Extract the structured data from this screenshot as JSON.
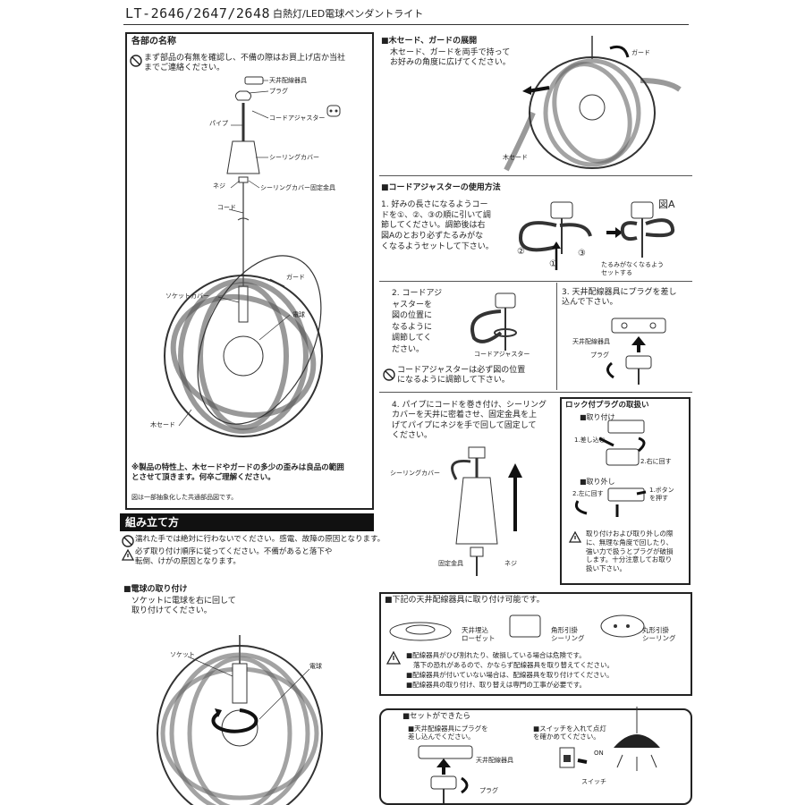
{
  "header": {
    "model": "LT-2646/2647/2648",
    "product": "白熱灯/LED電球ペンダントライト"
  },
  "parts": {
    "title": "各部の名称",
    "warning": "まず部品の有無を確認し、不備の際はお買上げ店か当社\nまでご連絡ください。",
    "labels": {
      "ceiling_fixture": "天井配線器具",
      "plug": "プラグ",
      "cord_adjuster": "コードアジャスター",
      "pipe": "パイプ",
      "ceiling_cover": "シーリングカバー",
      "screw": "ネジ",
      "cover_fixing": "シーリングカバー固定金具",
      "cord": "コード",
      "guard": "ガード",
      "socket_cover": "ソケットカバー",
      "bulb": "電球",
      "wood_shade": "木セード"
    },
    "note": "※製品の特性上、木セードやガードの多少の歪みは良品の範囲\nとさせて頂きます。何卒ご理解ください。",
    "footnote": "図は一部抽象化した共通部品図です。"
  },
  "assembly": {
    "band": "組み立て方",
    "warn1": "濡れた手では絶対に行わないでください。感電、故障の原因となります。",
    "warn2": "必ず取り付け順序に従ってください。不備があると落下や\n転倒、けがの原因となります。",
    "bulb_title": "■電球の取り付け",
    "bulb_text": "ソケットに電球を右に回して\n取り付けてください。",
    "bulb_labels": {
      "socket": "ソケット",
      "bulb": "電球"
    }
  },
  "expand": {
    "title": "■木セード、ガードの展開",
    "text": "木セード、ガードを両手で持って\nお好みの角度に広げてください。",
    "labels": {
      "guard": "ガード",
      "wood_shade": "木セード"
    }
  },
  "adjuster": {
    "title": "■コードアジャスターの使用方法",
    "step1": "1. 好みの長さになるようコー\nドを①、②、③の順に引いて調\n節してください。調節後は右\n図Aのとおり必ずたるみがな\nくなるようセットして下さい。",
    "figA": "図A",
    "figA_note": "たるみがなくなるよう\nセットする",
    "n1": "①",
    "n2": "②",
    "n3": "③"
  },
  "step2": {
    "text": "2. コードアジ\nャスターを\n図の位置に\nなるように\n調節してく\nださい。",
    "label": "コードアジャスター",
    "warn": "コードアジャスターは必ず図の位置\nになるように調節して下さい。"
  },
  "step3": {
    "text": "3. 天井配線器具にプラグを差し\n込んで下さい。",
    "labels": {
      "fixture": "天井配線器具",
      "plug": "プラグ"
    }
  },
  "step4": {
    "text": "4. パイプにコードを巻き付け、シーリング\nカバーを天井に密着させ、固定金具を上\nげてパイプにネジを手で回して固定して\nください。",
    "labels": {
      "cover": "シーリングカバー",
      "fixing": "固定金具",
      "screw": "ネジ"
    }
  },
  "lockplug": {
    "title": "ロック付プラグの取扱い",
    "attach": "■取り付け",
    "insert": "1.差し込む",
    "turn_right": "2.右に回す",
    "remove": "■取り外し",
    "turn_left": "2.左に回す",
    "press": "1.ボタン\nを押す",
    "caution": "取り付けおよび取り外しの際\nに、無理な角度で回したり、\n強い力で扱うとプラグが破損\nします。十分注意してお取り\n扱い下さい。"
  },
  "fixtures": {
    "title": "■下記の天井配線器具に取り付け可能です。",
    "types": [
      "天井埋込\nローゼット",
      "角形引掛\nシーリング",
      "丸形引掛\nシーリング"
    ],
    "notes": [
      "■配線器具がひび割れたり、破損している場合は危険です。",
      "落下の恐れがあるので、かならず配線器具を取り替えてください。",
      "■配線器具が付いていない場合は、配線器具を取り付けてください。",
      "■配線器具の取り付け、取り替えは専門の工事が必要です。"
    ]
  },
  "done": {
    "title": "■セットができたら",
    "insert": "■天井配線器具にプラグを\n差し込んでください。",
    "switch": "■スイッチを入れて点灯\nを確かめてください。",
    "labels": {
      "fixture": "天井配線器具",
      "plug": "プラグ",
      "on": "ON",
      "switch": "スイッチ"
    }
  }
}
